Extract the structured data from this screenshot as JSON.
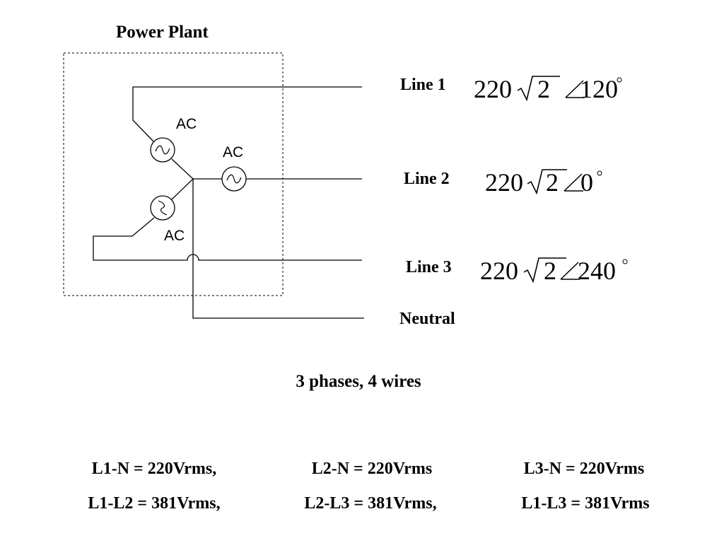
{
  "title": "Power Plant",
  "ac_labels": [
    "AC",
    "AC",
    "AC"
  ],
  "lines": [
    {
      "label": "Line 1",
      "magnitude": "220",
      "root": "2",
      "angle": "120"
    },
    {
      "label": "Line 2",
      "magnitude": "220",
      "root": "2",
      "angle": "0"
    },
    {
      "label": "Line 3",
      "magnitude": "220",
      "root": "2",
      "angle": "240"
    }
  ],
  "neutral_label": "Neutral",
  "caption": "3 phases, 4 wires",
  "phase_voltages": [
    "L1-N = 220Vrms,",
    "L2-N = 220Vrms",
    "L3-N = 220Vrms"
  ],
  "line_voltages": [
    "L1-L2 = 381Vrms,",
    "L2-L3 = 381Vrms,",
    "L1-L3 = 381Vrms"
  ]
}
